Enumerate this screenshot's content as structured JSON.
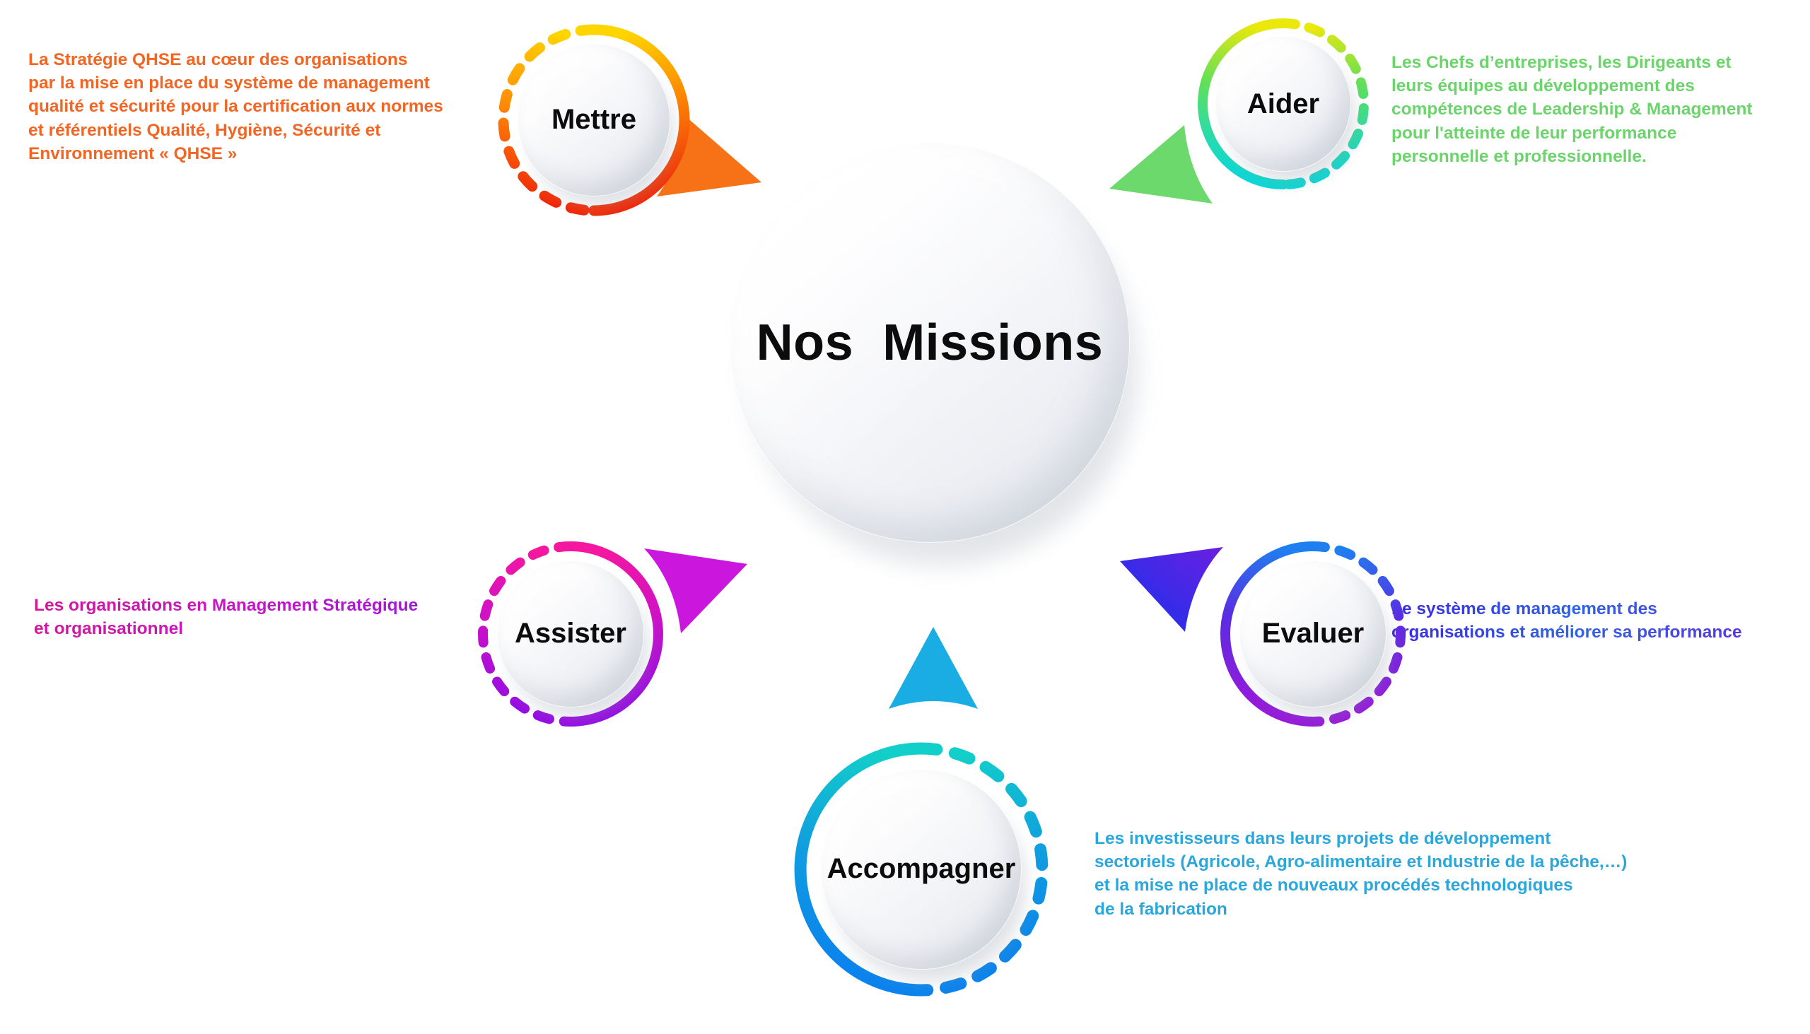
{
  "center": {
    "title": "Nos  Missions",
    "ring_colors": [
      "#ffe600",
      "#4bdc6a",
      "#00c8ea",
      "#3a2df0",
      "#c511d8",
      "#ff0f8d",
      "#ff1040",
      "#ff5a00"
    ]
  },
  "nodes": [
    {
      "id": "mettre",
      "label": "Mettre",
      "ring_start_color": "#ffd500",
      "ring_end_color": "#f01c0a",
      "arrow_color": "#F77216",
      "arrow_direction": "down-right",
      "description": "La Stratégie QHSE au cœur des organisations\npar la mise en place du système de management\nqualité et sécurité pour la certification aux normes\net référentiels Qualité, Hygiène, Sécurité et\nEnvironnement « QHSE »",
      "description_color": "#F26522"
    },
    {
      "id": "aider",
      "label": "Aider",
      "ring_start_color": "#ebe80b",
      "ring_end_color": "#00d7e8",
      "arrow_color": "#6BD96B",
      "arrow_direction": "down-left",
      "description": "Les Chefs d’entreprises, les Dirigeants et\nleurs équipes au développement des\ncompétences de Leadership & Management\npour l'atteinte de leur performance\npersonnelle et professionnelle.",
      "description_color": "#6BD46B"
    },
    {
      "id": "assister",
      "label": "Assister",
      "ring_start_color": "#f5179f",
      "ring_end_color": "#8d0ce8",
      "arrow_color": "#CB17DD",
      "arrow_direction": "up-right",
      "description": "Les organisations en Management Stratégique\net organisationnel",
      "description_color": "#C417C9"
    },
    {
      "id": "evaluer",
      "label": "Evaluer",
      "ring_start_color": "#1f7ef0",
      "ring_end_color": "#a017d8",
      "arrow_color": "#2F2BEE",
      "arrow_direction": "up-left",
      "description": "Le système de management des\norganisations et améliorer sa performance",
      "description_color": "#3B28E0"
    },
    {
      "id": "accompagner",
      "label": "Accompagner",
      "ring_start_color": "#12cfc9",
      "ring_end_color": "#0a7ef0",
      "arrow_color": "#19ADE4",
      "arrow_direction": "up",
      "description": "Les investisseurs dans leurs projets de développement\nsectoriels (Agricole, Agro-alimentaire et Industrie de la pêche,…)\net la mise ne place de nouveaux procédés technologiques\nde la fabrication",
      "description_color": "#2AA7DD"
    }
  ]
}
